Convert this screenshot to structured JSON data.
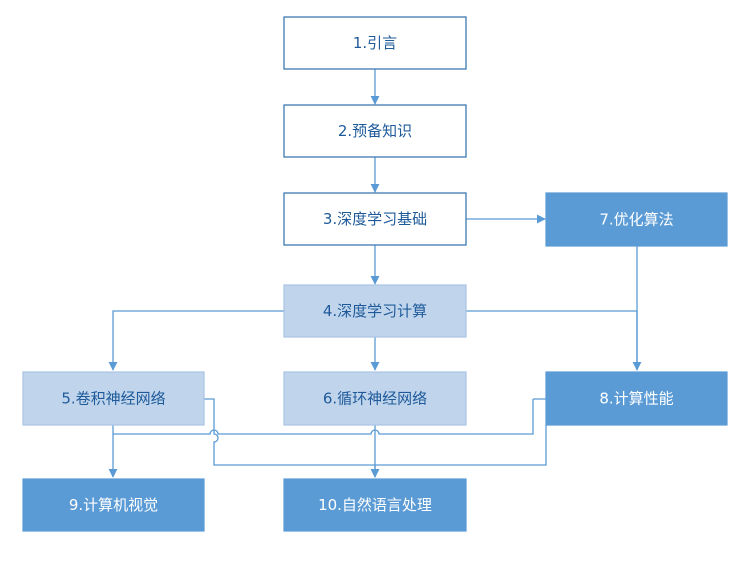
{
  "colors": {
    "line": "#5b9bd5",
    "white_fill": "#ffffff",
    "white_border": "#2f6fae",
    "pale_fill": "#c0d5ec",
    "pale_border": "#a9c4e4",
    "blue_fill": "#5b9bd5",
    "blue_border": "#5b9bd5"
  },
  "nodes": {
    "n1": "1.引言",
    "n2": "2.预备知识",
    "n3": "3.深度学习基础",
    "n4": "4.深度学习计算",
    "n5": "5.卷积神经网络",
    "n6": "6.循环神经网络",
    "n7": "7.优化算法",
    "n8": "8.计算性能",
    "n9": "9.计算机视觉",
    "n10": "10.自然语言处理"
  }
}
